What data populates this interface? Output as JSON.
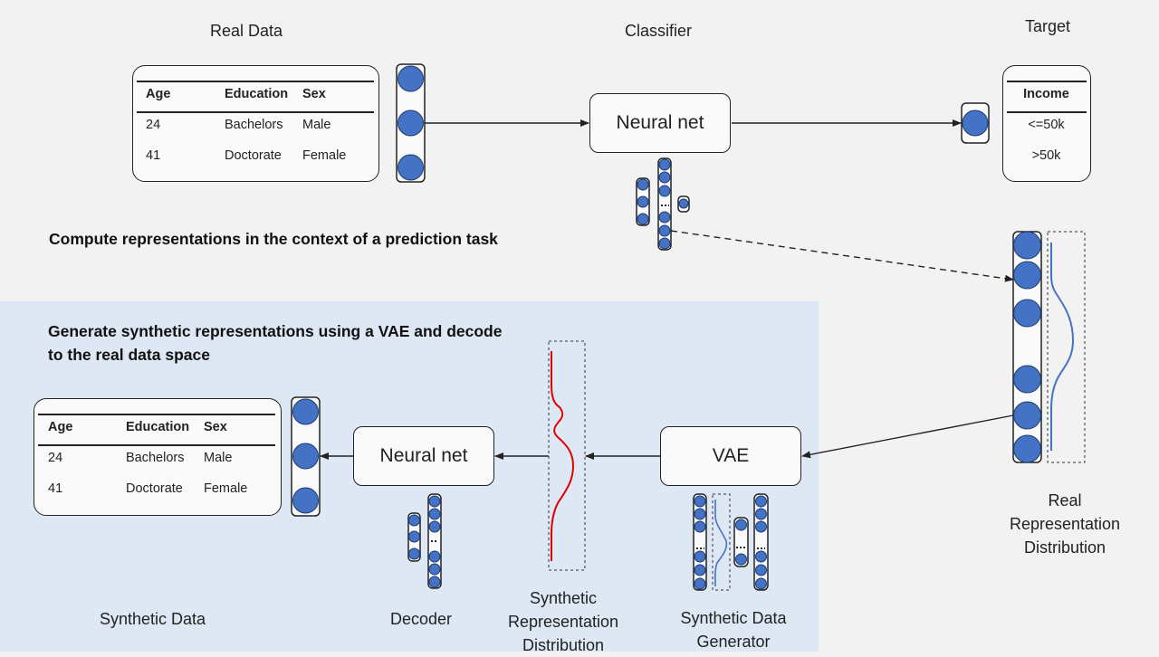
{
  "top": {
    "real_data_label": "Real Data",
    "classifier_label": "Classifier",
    "target_label": "Target",
    "classifier_box": "Neural net",
    "heading": "Compute representations in the context of a prediction task",
    "table": {
      "headers": [
        "Age",
        "Education",
        "Sex"
      ],
      "rows": [
        [
          "24",
          "Bachelors",
          "Male"
        ],
        [
          "41",
          "Doctorate",
          "Female"
        ]
      ]
    },
    "target_table": {
      "header": "Income",
      "rows": [
        "<=50k",
        ">50k"
      ]
    }
  },
  "right": {
    "dist_label_line1": "Real",
    "dist_label_line2": "Representation",
    "dist_label_line3": "Distribution",
    "ellipsis": "..."
  },
  "bottom": {
    "heading_line1": "Generate synthetic representations using a VAE and decode",
    "heading_line2": "to the real data space",
    "decoder_box": "Neural net",
    "vae_box": "VAE",
    "synthetic_data_label": "Synthetic Data",
    "decoder_label": "Decoder",
    "synth_dist_line1": "Synthetic",
    "synth_dist_line2": "Representation",
    "synth_dist_line3": "Distribution",
    "generator_line1": "Synthetic Data",
    "generator_line2": "Generator",
    "table": {
      "headers": [
        "Age",
        "Education",
        "Sex"
      ],
      "rows": [
        [
          "24",
          "Bachelors",
          "Male"
        ],
        [
          "41",
          "Doctorate",
          "Female"
        ]
      ]
    }
  },
  "colors": {
    "node": "#4472c4",
    "curve_real": "#4472c4",
    "curve_synth": "#e00000",
    "panel": "#dde8f4"
  }
}
